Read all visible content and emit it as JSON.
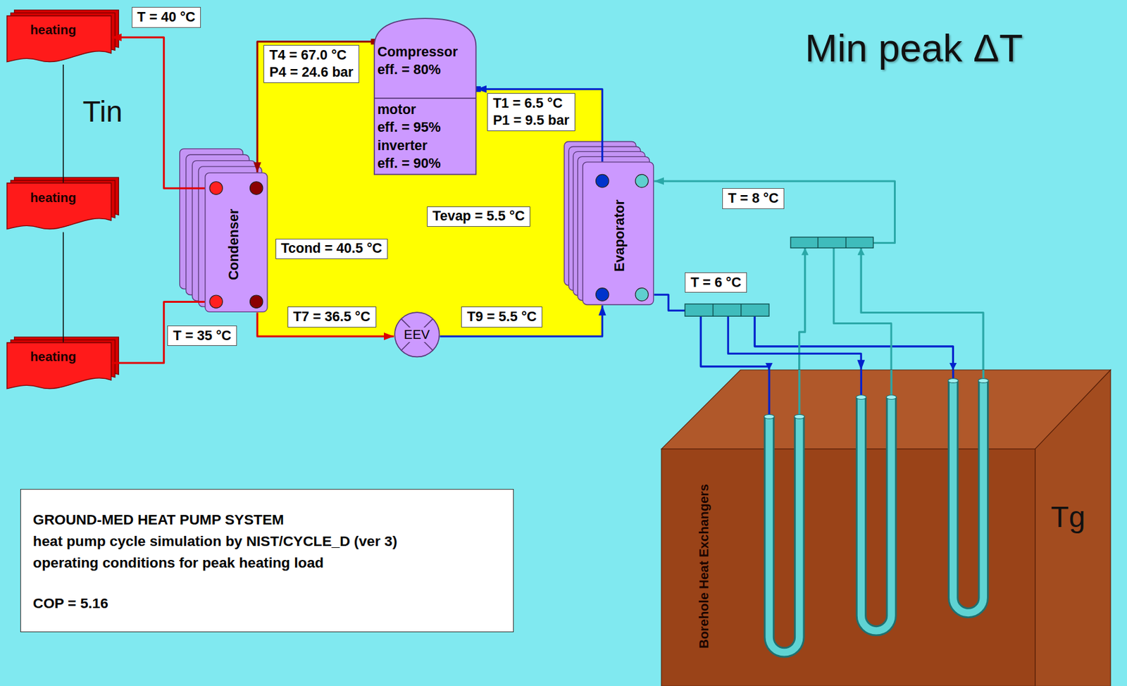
{
  "diagram": {
    "nodes": [
      {
        "text": [
          "heating"
        ]
      },
      {
        "text": [
          "heating"
        ]
      },
      {
        "text": [
          "heating"
        ]
      },
      {
        "text": [
          "T = 40 °C"
        ]
      },
      {
        "text": [
          "T = 35 °C"
        ]
      },
      {
        "text": [
          "T4 = 67.0 °C",
          "P4 = 24.6 bar"
        ]
      },
      {
        "text": [
          "Compressor",
          "eff. = 80%",
          "motor",
          "eff. = 95%",
          "inverter",
          "eff. = 90%"
        ]
      },
      {
        "text": [
          "T1 = 6.5 °C",
          "P1 = 9.5 bar"
        ]
      },
      {
        "text": [
          "Condenser"
        ]
      },
      {
        "text": [
          "Tcond = 40.5 °C"
        ]
      },
      {
        "text": [
          "Tevap = 5.5 °C"
        ]
      },
      {
        "text": [
          "Evaporator"
        ]
      },
      {
        "text": [
          "T = 8 °C"
        ]
      },
      {
        "text": [
          "T = 6 °C"
        ]
      },
      {
        "text": [
          "T7 = 36.5 °C"
        ]
      },
      {
        "text": [
          "EEV"
        ]
      },
      {
        "text": [
          "T9 = 5.5 °C"
        ]
      },
      {
        "text": [
          "GROUND-MED HEAT PUMP SYSTEM",
          "heat pump cycle simulation by NIST/CYCLE_D (ver 3)",
          "operating conditions for peak heating load",
          "COP = 5.16"
        ]
      },
      {
        "text": [
          "Borehole Heat Exchangers"
        ]
      }
    ],
    "edges": [
      {
        "from": 8,
        "to": 0,
        "arrow": "to"
      },
      {
        "from": 2,
        "to": 8,
        "arrow": "none"
      },
      {
        "from": 0,
        "to": 1,
        "arrow": "none"
      },
      {
        "from": 1,
        "to": 2,
        "arrow": "none"
      },
      {
        "from": 6,
        "to": 8,
        "arrow": "to"
      },
      {
        "from": 8,
        "to": 15,
        "arrow": "to"
      },
      {
        "from": 15,
        "to": 11,
        "arrow": "to"
      },
      {
        "from": 11,
        "to": 6,
        "arrow": "to"
      },
      {
        "from": 11,
        "to": 18,
        "arrow": "to"
      },
      {
        "from": 18,
        "to": 11,
        "arrow": "to"
      }
    ],
    "labels": [
      "Min peak ΔT",
      "Tin",
      "Tg"
    ]
  }
}
